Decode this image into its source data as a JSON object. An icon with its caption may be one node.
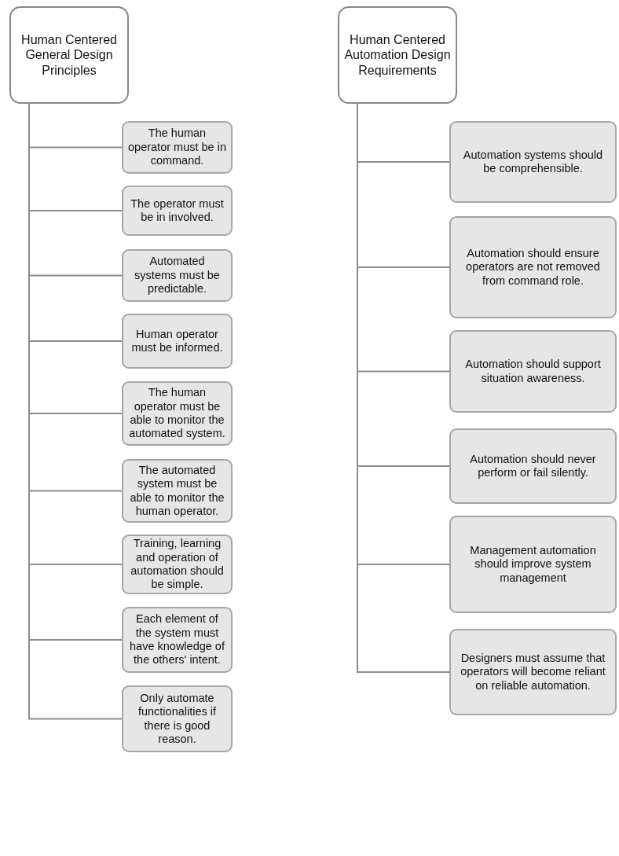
{
  "diagram": {
    "nodes": [
      {
        "text": [
          "Human Centered General Design Principles"
        ]
      },
      {
        "text": [
          "The human operator must be in command."
        ]
      },
      {
        "text": [
          "The operator must be in involved."
        ]
      },
      {
        "text": [
          "Automated systems must be predictable."
        ]
      },
      {
        "text": [
          "Human operator must be informed."
        ]
      },
      {
        "text": [
          "The human operator must be able to monitor the automated system."
        ]
      },
      {
        "text": [
          "The automated system must be able to monitor the human operator."
        ]
      },
      {
        "text": [
          "Training, learning and operation of automation should be simple."
        ]
      },
      {
        "text": [
          "Each element of the system must have knowledge of the others' intent."
        ]
      },
      {
        "text": [
          "Only automate functionalities if there is good reason."
        ]
      },
      {
        "text": [
          "Human Centered Automation Design Requirements"
        ]
      },
      {
        "text": [
          "Automation systems should be comprehensible."
        ]
      },
      {
        "text": [
          "Automation should ensure operators are not removed from command role."
        ]
      },
      {
        "text": [
          "Automation should support situation awareness."
        ]
      },
      {
        "text": [
          "Automation should never perform or fail silently."
        ]
      },
      {
        "text": [
          "Management automation should improve system management"
        ]
      },
      {
        "text": [
          "Designers must assume that operators will become reliant on reliable automation."
        ]
      }
    ],
    "edges": [
      {
        "from": 0,
        "to": 1,
        "arrow": "none"
      },
      {
        "from": 0,
        "to": 2,
        "arrow": "none"
      },
      {
        "from": 0,
        "to": 3,
        "arrow": "none"
      },
      {
        "from": 0,
        "to": 4,
        "arrow": "none"
      },
      {
        "from": 0,
        "to": 5,
        "arrow": "none"
      },
      {
        "from": 0,
        "to": 6,
        "arrow": "none"
      },
      {
        "from": 0,
        "to": 7,
        "arrow": "none"
      },
      {
        "from": 0,
        "to": 8,
        "arrow": "none"
      },
      {
        "from": 0,
        "to": 9,
        "arrow": "none"
      },
      {
        "from": 10,
        "to": 11,
        "arrow": "none"
      },
      {
        "from": 10,
        "to": 12,
        "arrow": "none"
      },
      {
        "from": 10,
        "to": 13,
        "arrow": "none"
      },
      {
        "from": 10,
        "to": 14,
        "arrow": "none"
      },
      {
        "from": 10,
        "to": 15,
        "arrow": "none"
      },
      {
        "from": 10,
        "to": 16,
        "arrow": "none"
      }
    ]
  }
}
